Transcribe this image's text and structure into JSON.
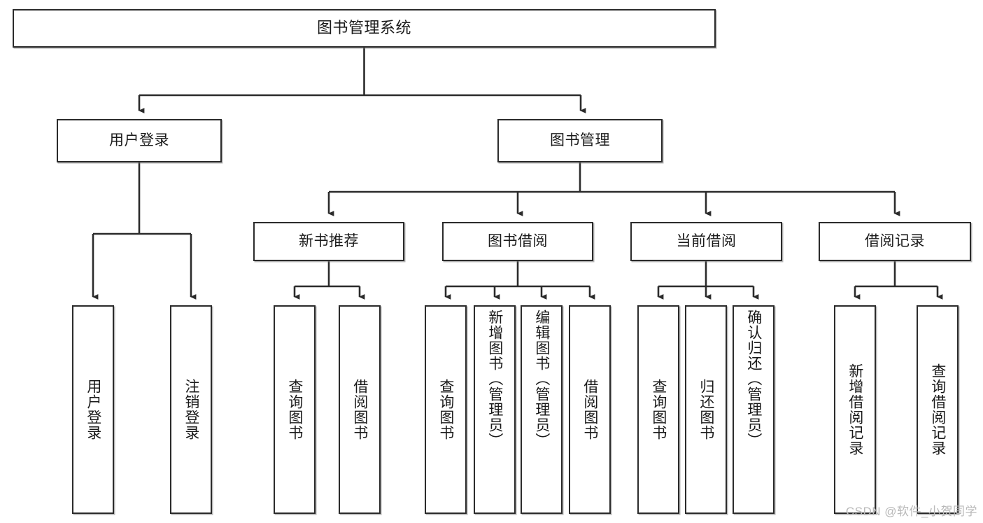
{
  "diagram": {
    "title": "图书管理系统",
    "type": "tree-hierarchy",
    "watermark": "CSDN @软件_小贺同学",
    "colors": {
      "stroke": "#2b2b2b",
      "fill": "#ffffff",
      "text": "#1a1a1a",
      "watermark": "#b9b9b9"
    },
    "nodes": {
      "root": {
        "label": "图书管理系统"
      },
      "level2": [
        {
          "id": "user-login",
          "label": "用户登录"
        },
        {
          "id": "book-management",
          "label": "图书管理"
        }
      ],
      "level3": [
        {
          "id": "new-book-recommend",
          "label": "新书推荐"
        },
        {
          "id": "book-borrow",
          "label": "图书借阅"
        },
        {
          "id": "current-borrow",
          "label": "当前借阅"
        },
        {
          "id": "borrow-record",
          "label": "借阅记录"
        }
      ],
      "leaves": {
        "user-login": [
          {
            "id": "leaf-user-login",
            "label": "用户登录"
          },
          {
            "id": "leaf-logout",
            "label": "注销登录"
          }
        ],
        "new-book-recommend": [
          {
            "id": "leaf-query-book-1",
            "label": "查询图书"
          },
          {
            "id": "leaf-borrow-book-1",
            "label": "借阅图书"
          }
        ],
        "book-borrow": [
          {
            "id": "leaf-query-book-2",
            "label": "查询图书"
          },
          {
            "id": "leaf-add-book",
            "label": "新增图书（管理员）"
          },
          {
            "id": "leaf-edit-book",
            "label": "编辑图书（管理员）"
          },
          {
            "id": "leaf-borrow-book-2",
            "label": "借阅图书"
          }
        ],
        "current-borrow": [
          {
            "id": "leaf-query-book-3",
            "label": "查询图书"
          },
          {
            "id": "leaf-return-book",
            "label": "归还图书"
          },
          {
            "id": "leaf-confirm-return",
            "label": "确认归还（管理员）"
          }
        ],
        "borrow-record": [
          {
            "id": "leaf-add-record",
            "label": "新增借阅记录"
          },
          {
            "id": "leaf-query-record",
            "label": "查询借阅记录"
          }
        ]
      }
    }
  }
}
